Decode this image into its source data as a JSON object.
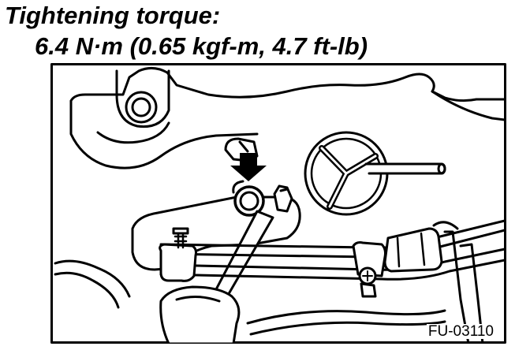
{
  "caption": {
    "title": "Tightening torque:",
    "value": "6.4 N·m (0.65 kgf-m, 4.7 ft-lb)"
  },
  "figure": {
    "code": "FU-03110",
    "line_color": "#000000",
    "fill_color": "#ffffff"
  }
}
